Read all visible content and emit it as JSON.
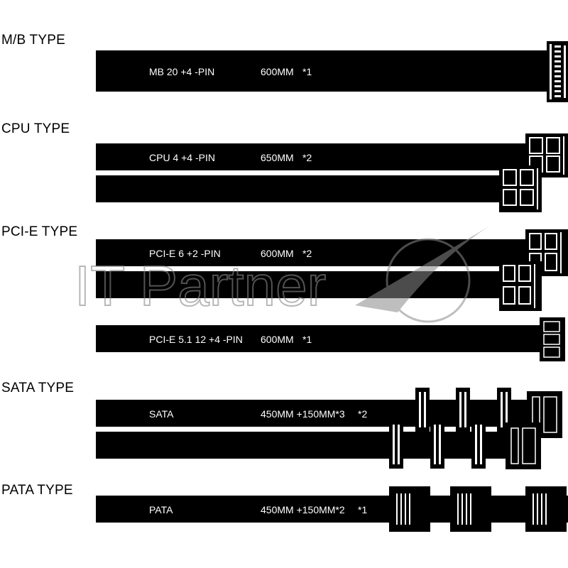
{
  "watermark": {
    "text": "IT Partner",
    "icon": "swoosh-circle-logo"
  },
  "sections": [
    {
      "title": "M/B TYPE",
      "cables": [
        {
          "name": "MB 20 +4 -PIN",
          "length": "600MM",
          "qty": "*1"
        }
      ]
    },
    {
      "title": "CPU TYPE",
      "cables": [
        {
          "name": "CPU 4 +4 -PIN",
          "length": "650MM",
          "qty": "*2"
        }
      ]
    },
    {
      "title": "PCI-E TYPE",
      "cables": [
        {
          "name": "PCI-E 6 +2 -PIN",
          "length": "600MM",
          "qty": "*2"
        },
        {
          "name": "PCI-E 5.1 12 +4 -PIN",
          "length": "600MM",
          "qty": "*1"
        }
      ]
    },
    {
      "title": "SATA TYPE",
      "cables": [
        {
          "name": "SATA",
          "length": "450MM +150MM*3",
          "qty": "*2"
        }
      ]
    },
    {
      "title": "PATA TYPE",
      "cables": [
        {
          "name": "PATA",
          "length": "450MM +150MM*2",
          "qty": "*1"
        }
      ]
    }
  ],
  "colors": {
    "cable": "#000000",
    "label": "#ffffff",
    "watermark": "#8a8a8a"
  }
}
